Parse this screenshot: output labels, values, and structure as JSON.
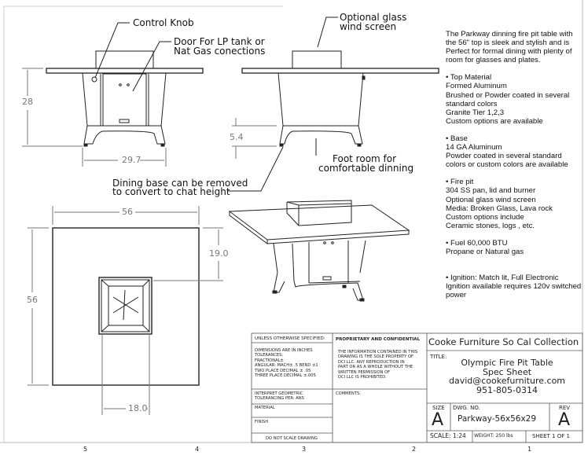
{
  "callouts": {
    "control_knob": "Control Knob",
    "door_line1": "Door For LP tank or",
    "door_line2": "Nat Gas conections",
    "glass_line1": "Optional glass",
    "glass_line2": "wind screen",
    "foot_line1": "Foot room for",
    "foot_line2": "comfortable dinning",
    "base_line1": "Dining base can be removed",
    "base_line2": "to convert to chat height"
  },
  "dimensions": {
    "height": "28",
    "base_width": "29.7",
    "foot_room": "5.4",
    "top_width": "56",
    "top_depth": "56",
    "pit_offset": "19.0",
    "pit_width": "18.0"
  },
  "specs": {
    "intro": "The Parkway dinning fire pit table with the 56\" top is sleek and stylish and is Perfect for formal dining with plenty of room for glasses and plates.",
    "top": [
      "• Top Material",
      "Formed Aluminum",
      "Brushed or Powder coated in several standard colors",
      "Granite Tier 1,2,3",
      "Custom options are available"
    ],
    "base": [
      "• Base",
      "14 GA Aluminum",
      "Powder coated in several standard colors or custom colors are available"
    ],
    "firepit": [
      "• Fire pit",
      "304 SS pan, lid and burner",
      "Optional glass wind screen",
      "Media: Broken Glass, Lava rock",
      "Custom options include",
      "Ceramic stones, logs , etc."
    ],
    "fuel": [
      "• Fuel 60,000 BTU",
      "Propane or Natural gas"
    ],
    "ignition": [
      "•  Ignition: Match lit, Full Electronic Ignition available requires 120v switched power"
    ]
  },
  "title_block": {
    "unless": "UNLESS OTHERWISE SPECIFIED:",
    "dims": [
      "DIMENSIONS ARE IN INCHES",
      "TOLERANCES:",
      "FRACTIONAL±",
      "ANGULAR: MACH± .5   BEND ±1",
      "TWO PLACE DECIMAL    ± .05",
      "THREE PLACE DECIMAL  ±.005"
    ],
    "interpret": [
      "INTERPRET GEOMETRIC",
      "TOLERANCING PER: ANS"
    ],
    "material": "MATERIAL",
    "finish": "FINISH",
    "no_scale": "DO NOT SCALE DRAWING",
    "proprietary": "PROPRIETARY AND CONFIDENTIAL",
    "prop_text": [
      "THE INFORMATION CONTAINED IN THIS",
      "DRAWING IS THE SOLE PROPERTY OF",
      "DCI LLC.  ANY REPRODUCTION IN",
      "PART OR AS A WHOLE WITHOUT THE",
      "WRITTEN PERMISSION OF",
      "DCI LLC IS PROHIBITED."
    ],
    "comments": "COMMENTS:",
    "company": "Cooke Furniture So Cal Collection",
    "title_label": "TITLE:",
    "title_lines": [
      "Olympic Fire Pit Table",
      "Spec Sheet",
      "david@cookefurniture.com",
      "951-805-0314"
    ],
    "size_label": "SIZE",
    "size": "A",
    "dwg_label": "DWG.  NO.",
    "dwg_no": "Parkway-56x56x29",
    "rev_label": "REV",
    "rev": "A",
    "scale": "SCALE: 1:24",
    "weight": "WEIGHT: 250 lbs",
    "sheet": "SHEET 1 OF 1"
  },
  "zones": [
    "5",
    "4",
    "3",
    "2",
    "1"
  ]
}
